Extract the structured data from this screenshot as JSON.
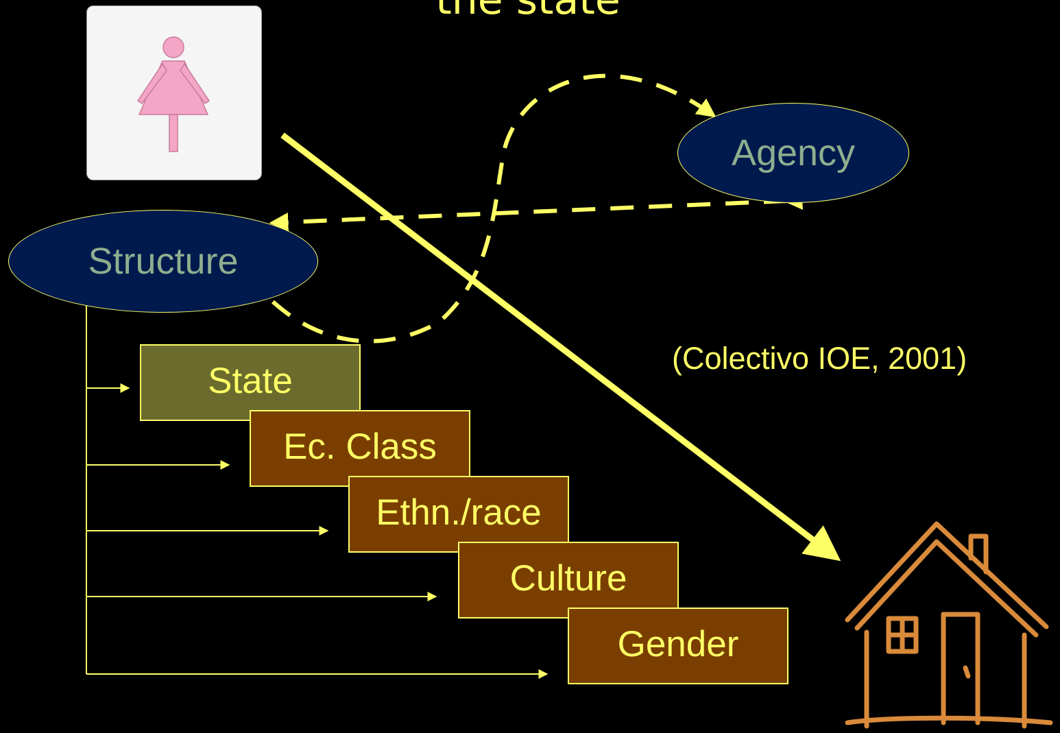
{
  "title": "the state",
  "nodes": {
    "agency": "Agency",
    "structure": "Structure"
  },
  "factors": [
    "State",
    "Ec. Class",
    "Ethn./race",
    "Culture",
    "Gender"
  ],
  "citation": "(Colectivo IOE, 2001)",
  "icons": {
    "woman": "woman-icon",
    "house": "house-icon"
  },
  "colors": {
    "background": "#000000",
    "accent_yellow": "#ffff66",
    "ellipse_fill": "#001a4d",
    "ellipse_text": "#8fae8f",
    "state_fill": "#6b6b2e",
    "factor_fill": "#7a3f00",
    "woman_figure": "#f4a6c6",
    "house_stroke": "#d98a3a"
  }
}
